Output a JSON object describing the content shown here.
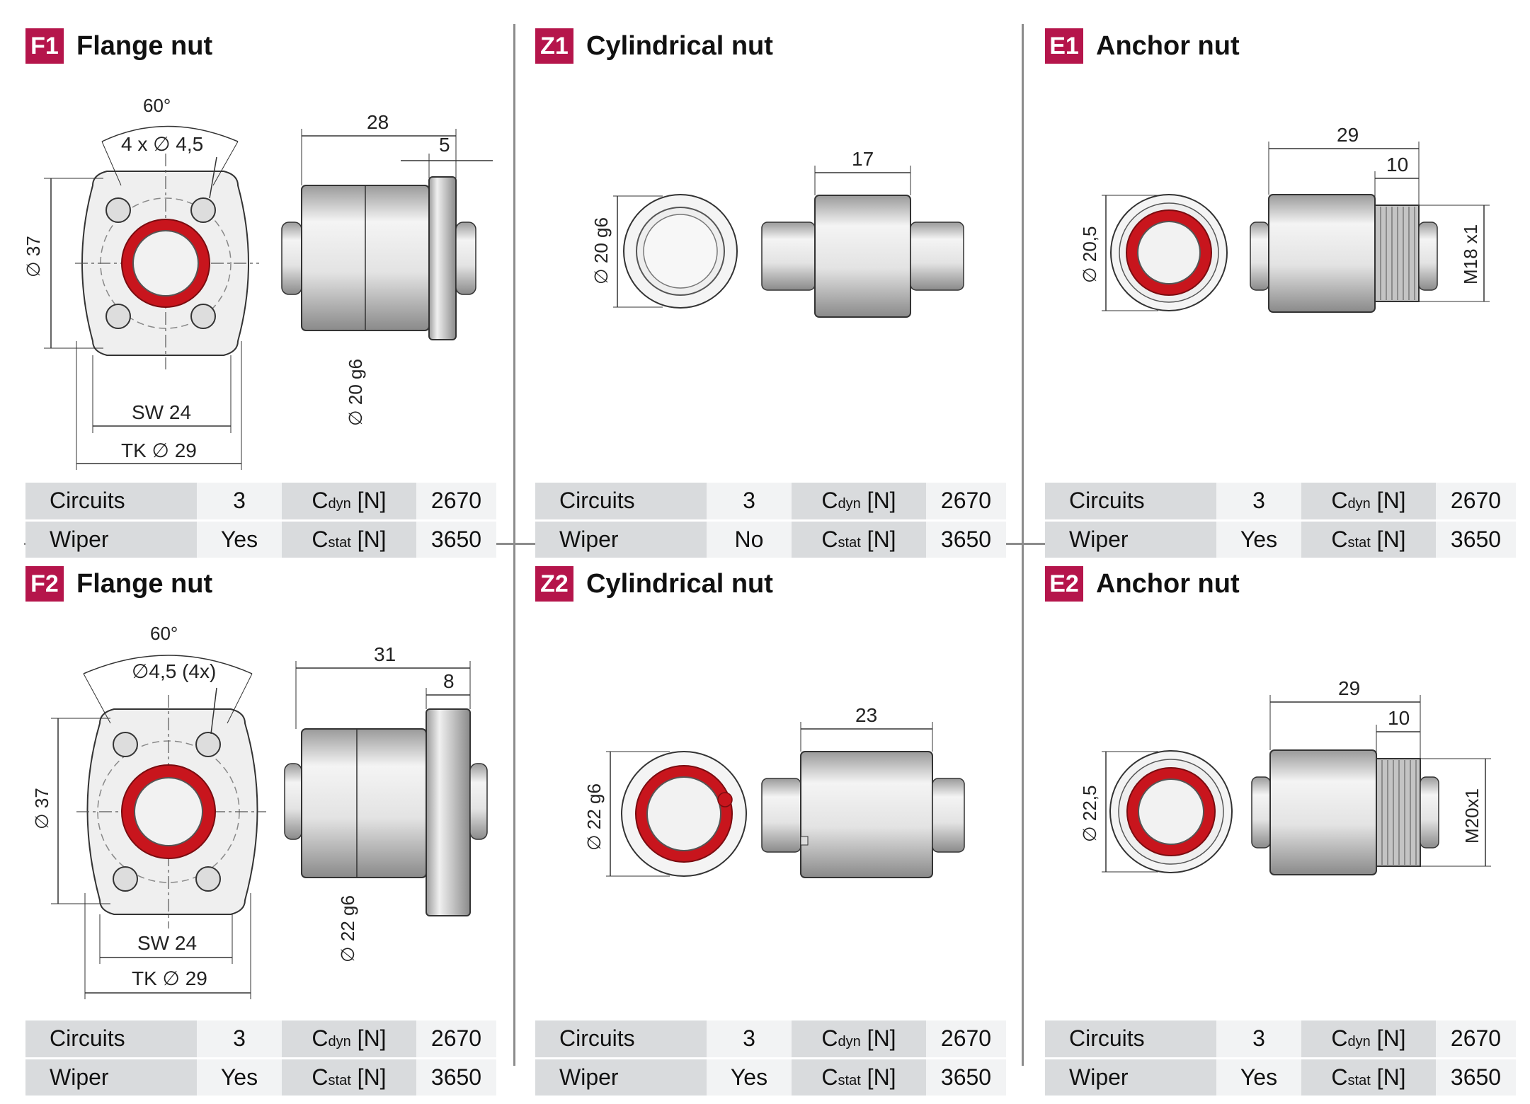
{
  "panels": [
    {
      "code": "F1",
      "title": "Flange nut",
      "circuits": "3",
      "wiper": "Yes",
      "cdyn": "2670",
      "cstat": "3650",
      "dims": {
        "angle": "60°",
        "holes": "4 x ∅ 4,5",
        "od": "∅ 37",
        "sw": "SW 24",
        "tk": "TK ∅ 29",
        "length": "28",
        "flange": "5",
        "shaft": "∅ 20 g6"
      }
    },
    {
      "code": "Z1",
      "title": "Cylindrical nut",
      "circuits": "3",
      "wiper": "No",
      "cdyn": "2670",
      "cstat": "3650",
      "dims": {
        "dia": "∅ 20 g6",
        "length": "17"
      }
    },
    {
      "code": "E1",
      "title": "Anchor nut",
      "circuits": "3",
      "wiper": "Yes",
      "cdyn": "2670",
      "cstat": "3650",
      "dims": {
        "dia": "∅ 20,5",
        "length": "29",
        "thread_len": "10",
        "thread": "M18 x1"
      }
    },
    {
      "code": "F2",
      "title": "Flange nut",
      "circuits": "3",
      "wiper": "Yes",
      "cdyn": "2670",
      "cstat": "3650",
      "dims": {
        "angle": "60°",
        "holes": "∅4,5 (4x)",
        "od": "∅ 37",
        "sw": "SW 24",
        "tk": "TK ∅ 29",
        "length": "31",
        "flange": "8",
        "shaft": "∅ 22 g6"
      }
    },
    {
      "code": "Z2",
      "title": "Cylindrical nut",
      "circuits": "3",
      "wiper": "Yes",
      "cdyn": "2670",
      "cstat": "3650",
      "dims": {
        "dia": "∅ 22 g6",
        "length": "23"
      }
    },
    {
      "code": "E2",
      "title": "Anchor nut",
      "circuits": "3",
      "wiper": "Yes",
      "cdyn": "2670",
      "cstat": "3650",
      "dims": {
        "dia": "∅ 22,5",
        "length": "29",
        "thread_len": "10",
        "thread": "M20x1"
      }
    }
  ],
  "labels": {
    "circuits": "Circuits",
    "wiper": "Wiper",
    "cdyn_c": "C",
    "cdyn_sub": "dyn",
    "cstat_c": "C",
    "cstat_sub": "stat",
    "unit": " [N]"
  },
  "colors": {
    "badge": "#b5154b",
    "seal": "#c8151d"
  }
}
